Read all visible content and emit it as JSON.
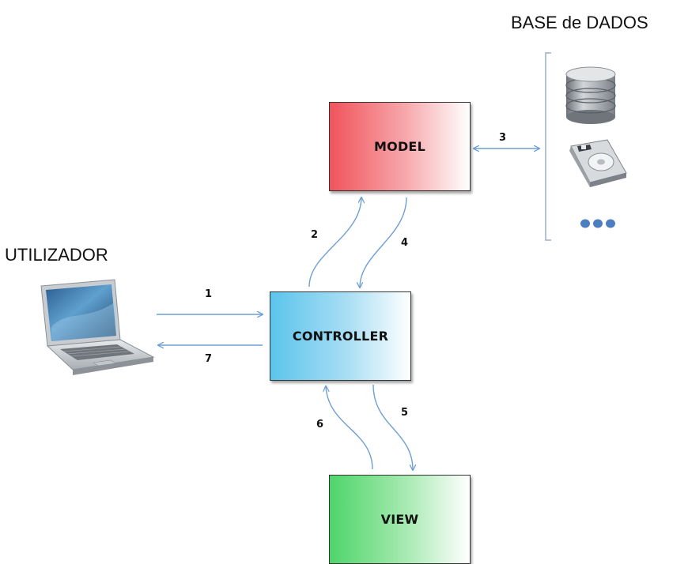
{
  "headings": {
    "database": "BASE de DADOS",
    "user": "UTILIZADOR"
  },
  "boxes": {
    "model": "MODEL",
    "controller": "CONTROLLER",
    "view": "VIEW"
  },
  "steps": {
    "s1": "1",
    "s2": "2",
    "s3": "3",
    "s4": "4",
    "s5": "5",
    "s6": "6",
    "s7": "7"
  },
  "icons": {
    "user_device": "laptop-icon",
    "database_server": "database-stack-icon",
    "disk": "hard-disk-icon",
    "more": "ellipsis-dots-icon"
  },
  "colors": {
    "model": "#f0545b",
    "controller": "#5cc4ec",
    "view": "#4fd56a",
    "arrow": "#6e9fd4"
  }
}
